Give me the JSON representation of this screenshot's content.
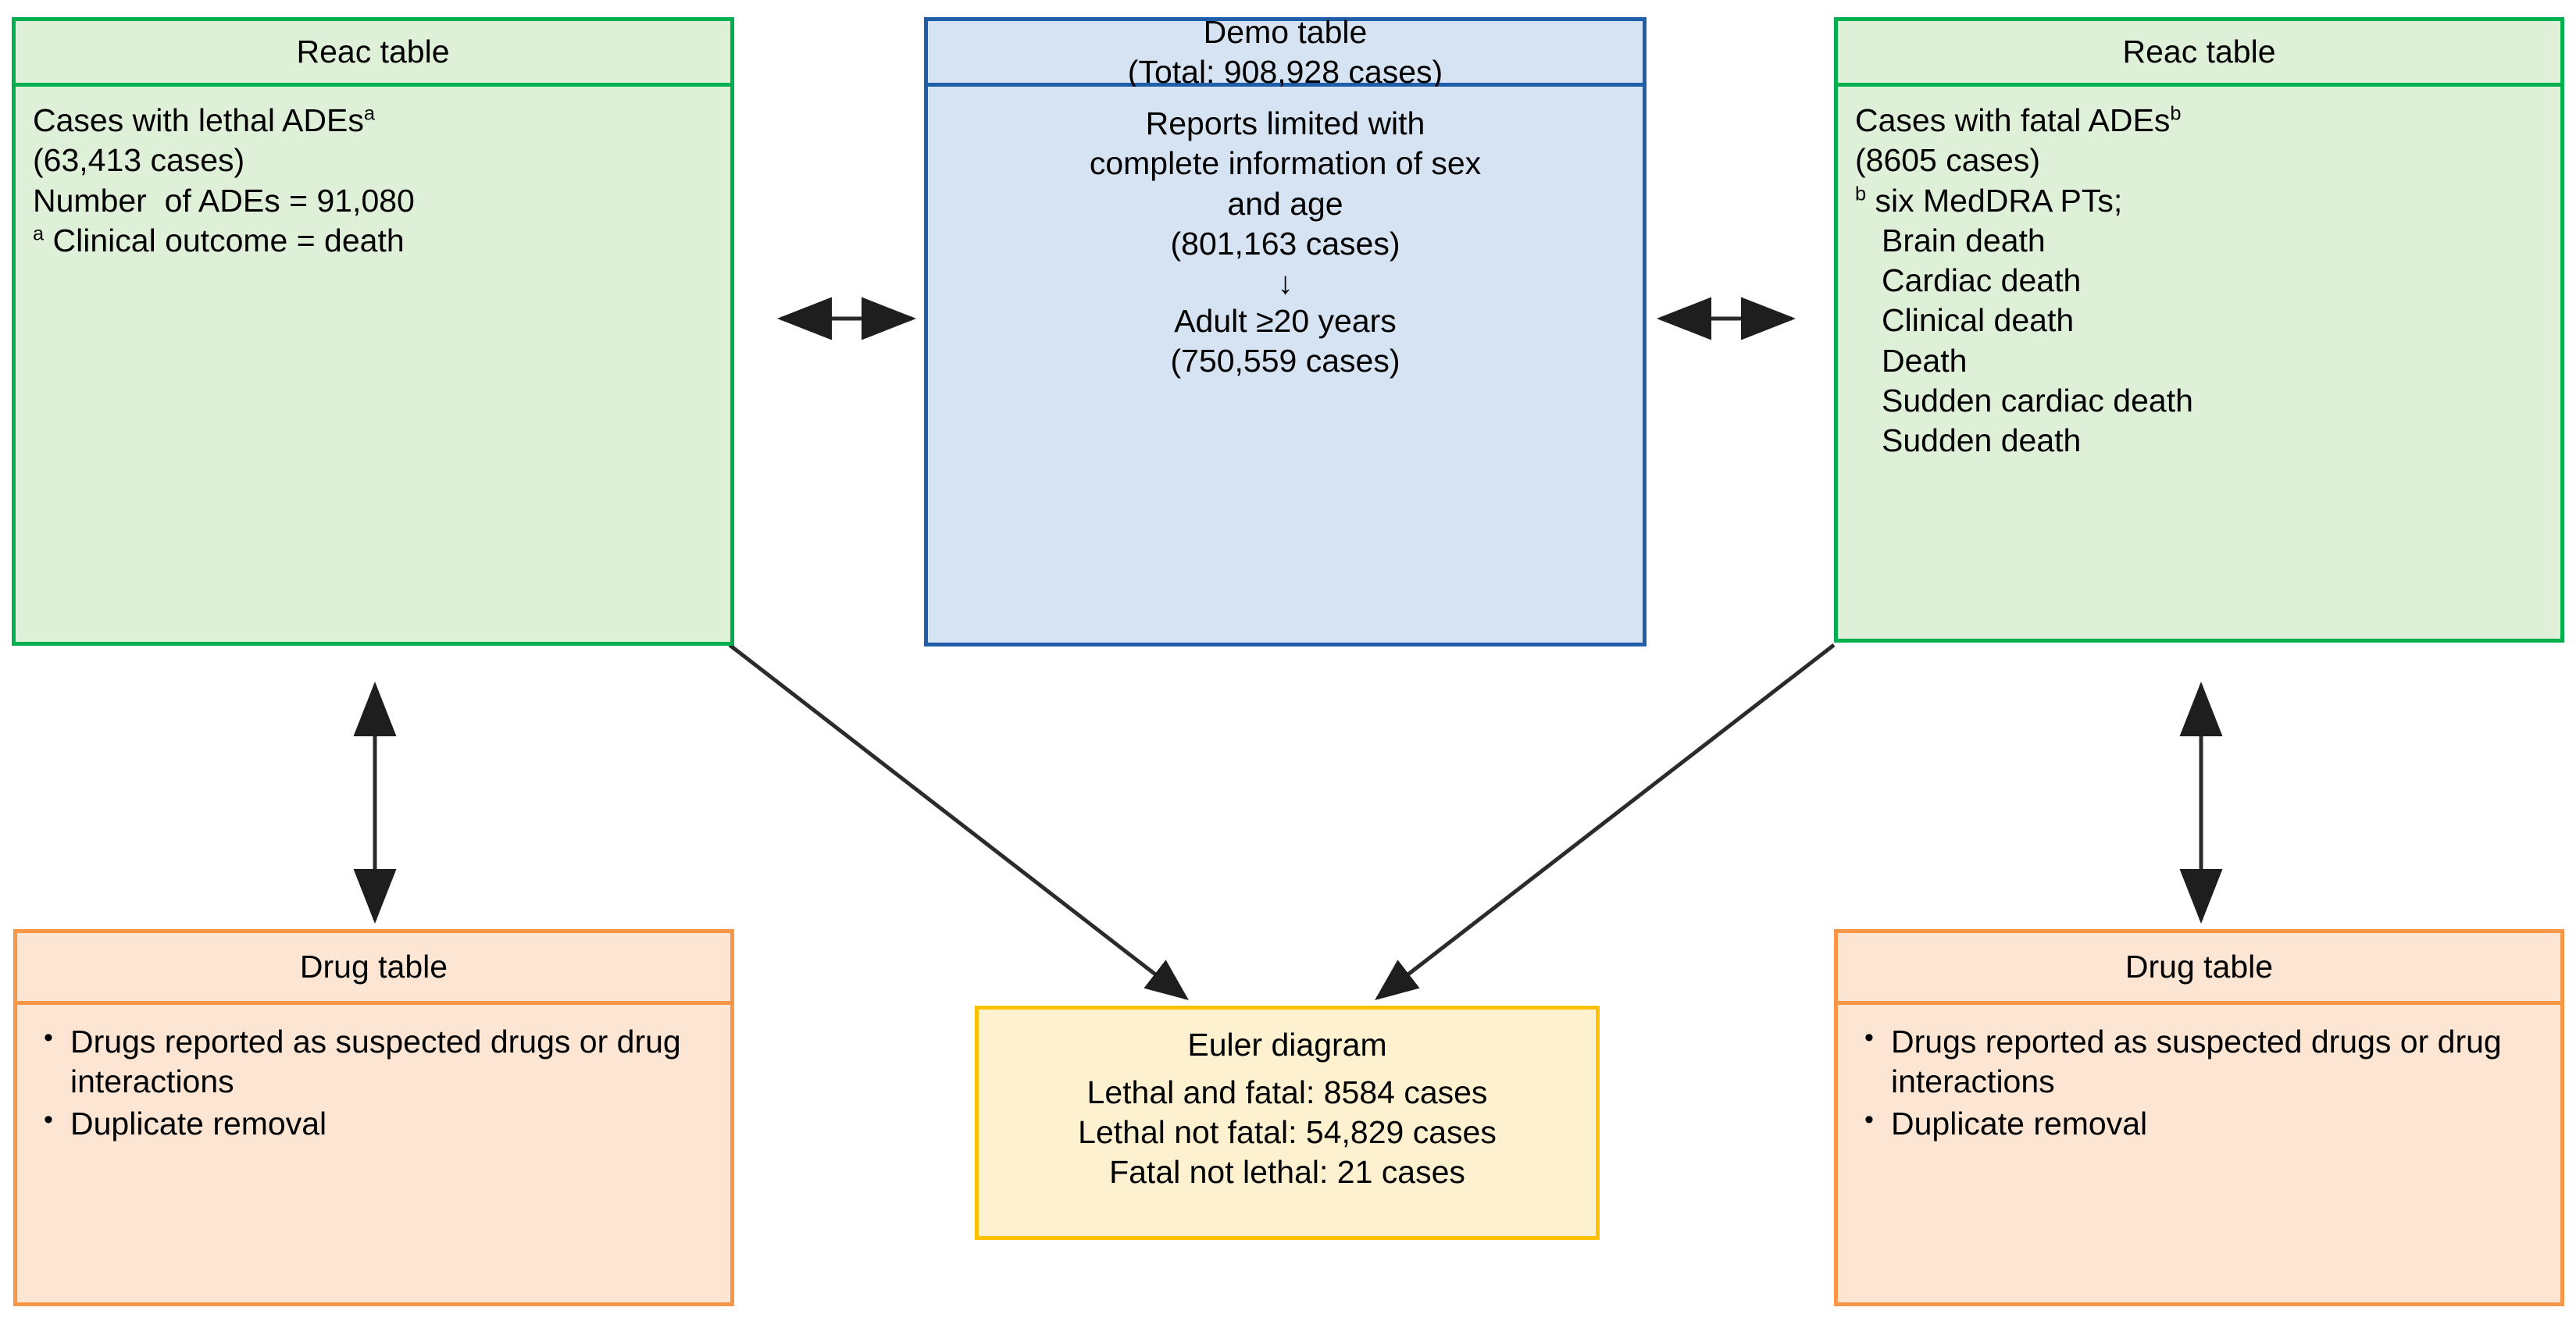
{
  "diagram": {
    "title": "FAERS data extraction flowchart",
    "colors": {
      "green_border": "#00b04f",
      "green_fill": "#dff0d8",
      "blue_border": "#1f5fa9",
      "blue_fill": "#d6e3f3",
      "orange_border": "#f79646",
      "orange_fill": "#fde5d4",
      "yellow_border": "#ffc000",
      "yellow_fill": "#fdf1cf",
      "arrow": "#2b2b2b"
    }
  },
  "reac_left": {
    "header": "Reac table",
    "line1": "Cases with lethal ADEs",
    "line1_sup": "a",
    "line2": "(63,413 cases)",
    "line3": "Number  of ADEs = 91,080",
    "line4_sup": "a",
    "line4": " Clinical outcome = death"
  },
  "demo": {
    "header_line1": "Demo table",
    "header_line2": "(Total: 908,928 cases)",
    "body_line1": "Reports limited with",
    "body_line2": "complete information of sex",
    "body_line3": "and age",
    "body_line4": "(801,163 cases)",
    "arrow_glyph": "↓",
    "body_line5": "Adult ≥20 years",
    "body_line6": "(750,559 cases)"
  },
  "reac_right": {
    "header": "Reac table",
    "line1": "Cases with fatal ADEs",
    "line1_sup": "b",
    "line2": "(8605 cases)",
    "line3_sup": "b",
    "line3": " six MedDRA PTs;",
    "pts": [
      "Brain death",
      "Cardiac death",
      "Clinical death",
      "Death",
      "Sudden cardiac death",
      "Sudden death"
    ]
  },
  "drug_left": {
    "header": "Drug table",
    "bullets": [
      "Drugs reported as suspected drugs  or drug interactions",
      "Duplicate removal"
    ]
  },
  "drug_right": {
    "header": "Drug table",
    "bullets": [
      "Drugs reported as suspected drugs  or drug interactions",
      "Duplicate removal"
    ]
  },
  "euler": {
    "header": "Euler diagram",
    "line1": "Lethal and fatal: 8584 cases",
    "line2": "Lethal not fatal: 54,829 cases",
    "line3": "Fatal not lethal: 21 cases"
  },
  "connectors": [
    {
      "name": "reac-left-to-demo",
      "type": "double-arrow-horizontal"
    },
    {
      "name": "demo-to-reac-right",
      "type": "double-arrow-horizontal"
    },
    {
      "name": "reac-left-to-drug-left",
      "type": "double-arrow-vertical"
    },
    {
      "name": "reac-right-to-drug-right",
      "type": "double-arrow-vertical"
    },
    {
      "name": "reac-left-to-euler",
      "type": "arrow-diagonal"
    },
    {
      "name": "reac-right-to-euler",
      "type": "arrow-diagonal"
    }
  ]
}
